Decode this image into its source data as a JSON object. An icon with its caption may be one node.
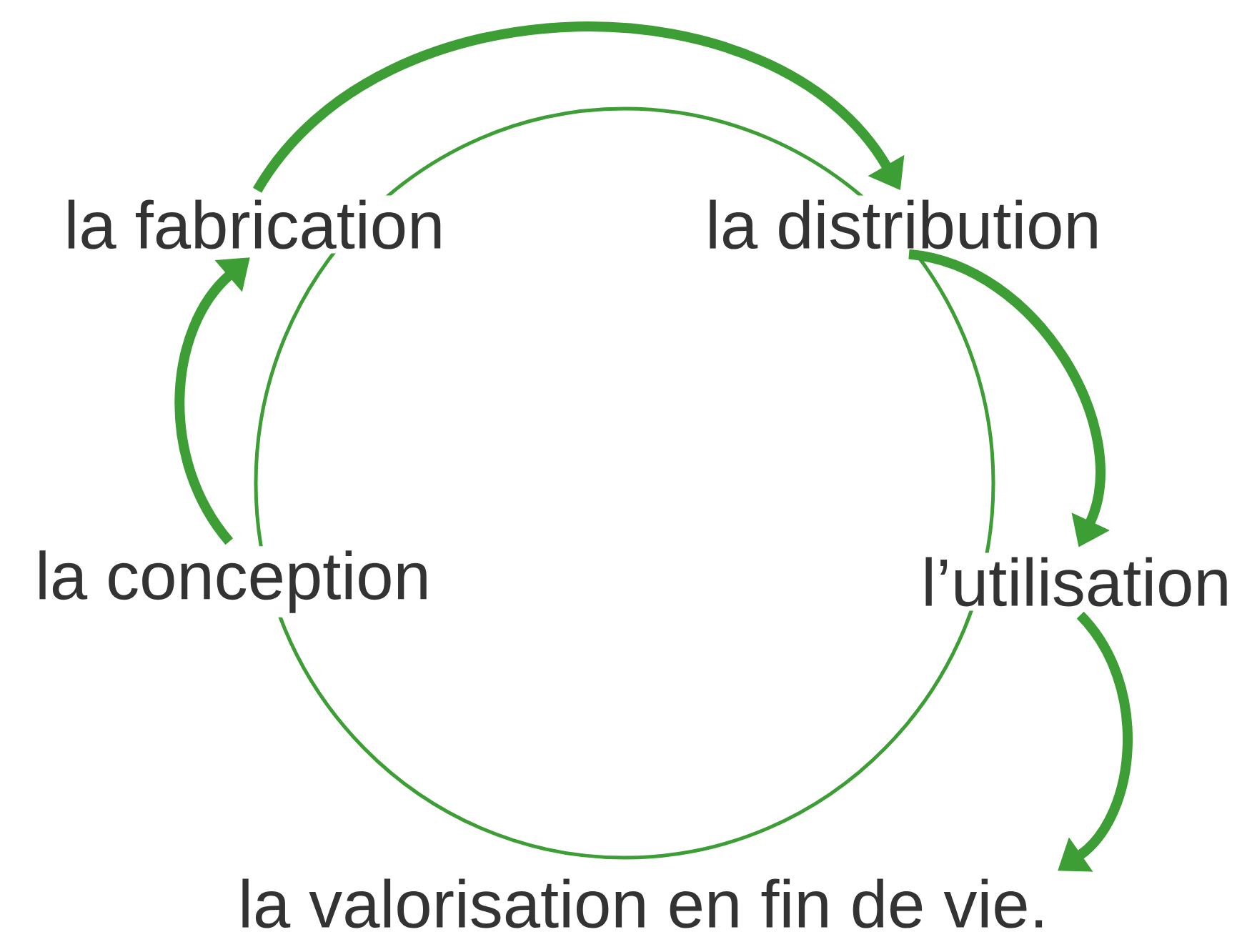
{
  "diagram": {
    "nodes": [
      {
        "text": [
          "la conception"
        ]
      },
      {
        "text": [
          "la fabrication"
        ]
      },
      {
        "text": [
          "la distribution"
        ]
      },
      {
        "text": [
          "l’utilisation"
        ]
      },
      {
        "text": [
          "la valorisation en fin de vie."
        ]
      }
    ],
    "edges": [
      {
        "from": 0,
        "to": 1,
        "arrow": "to"
      },
      {
        "from": 1,
        "to": 2,
        "arrow": "to"
      },
      {
        "from": 2,
        "to": 3,
        "arrow": "to"
      },
      {
        "from": 3,
        "to": 4,
        "arrow": "to"
      }
    ]
  }
}
